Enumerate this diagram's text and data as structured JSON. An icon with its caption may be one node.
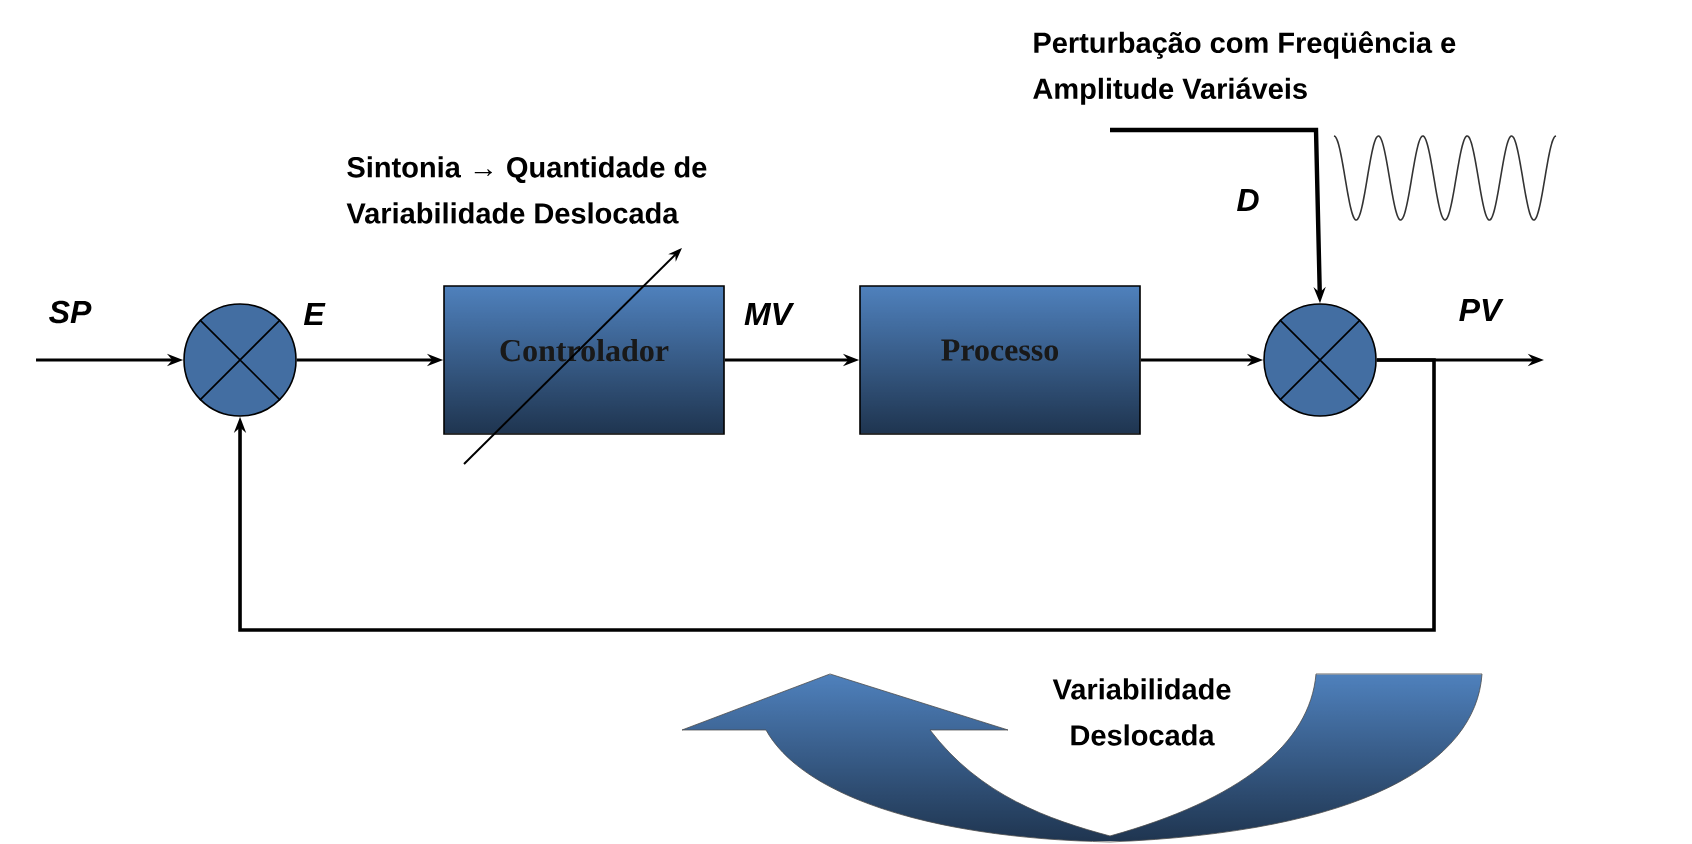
{
  "diagram": {
    "nodes": [
      {
        "text": [],
        "shape": "circle"
      },
      {
        "text": [
          "Controlador"
        ]
      },
      {
        "text": [
          "Processo"
        ]
      },
      {
        "text": [],
        "shape": "circle"
      }
    ],
    "edges": [
      {
        "from": null,
        "to": 0,
        "arrow": "to",
        "label": "SP"
      },
      {
        "from": 0,
        "to": 1,
        "arrow": "to",
        "label": "E"
      },
      {
        "from": 1,
        "to": 2,
        "arrow": "to",
        "label": "MV"
      },
      {
        "from": 2,
        "to": 3,
        "arrow": "to"
      },
      {
        "from": 3,
        "to": null,
        "arrow": "to",
        "label": "PV"
      },
      {
        "from": null,
        "to": 3,
        "arrow": "to",
        "label": "D"
      },
      {
        "from": 3,
        "to": 0,
        "arrow": "to"
      }
    ],
    "labels": [
      "Sintonia → Quantidade de Variabilidade Deslocada",
      "Perturbação com Freqüência e Amplitude Variáveis",
      "Variabilidade Deslocada"
    ]
  }
}
